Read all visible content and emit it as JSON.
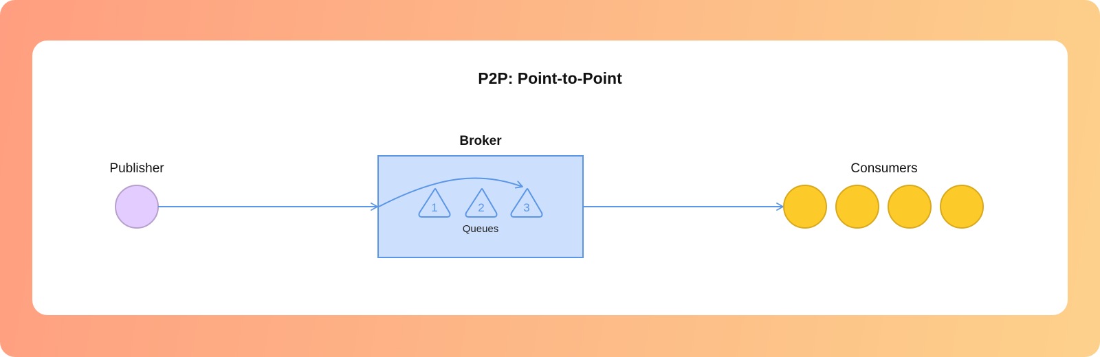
{
  "title": "P2P: Point-to-Point",
  "publisher": {
    "label": "Publisher",
    "fill": "#e3ccff",
    "stroke": "#b7a0cc"
  },
  "broker": {
    "label": "Broker",
    "fill": "#cce0fd",
    "stroke": "#5b95e6",
    "queues_label": "Queues",
    "queues": [
      "1",
      "2",
      "3"
    ]
  },
  "consumers": {
    "label": "Consumers",
    "count": 4,
    "fill": "#fccb2a",
    "stroke": "#d9a81c"
  },
  "colors": {
    "arrow": "#5b95e6",
    "gradient_start": "#ff9e80",
    "gradient_end": "#fdd18b"
  }
}
